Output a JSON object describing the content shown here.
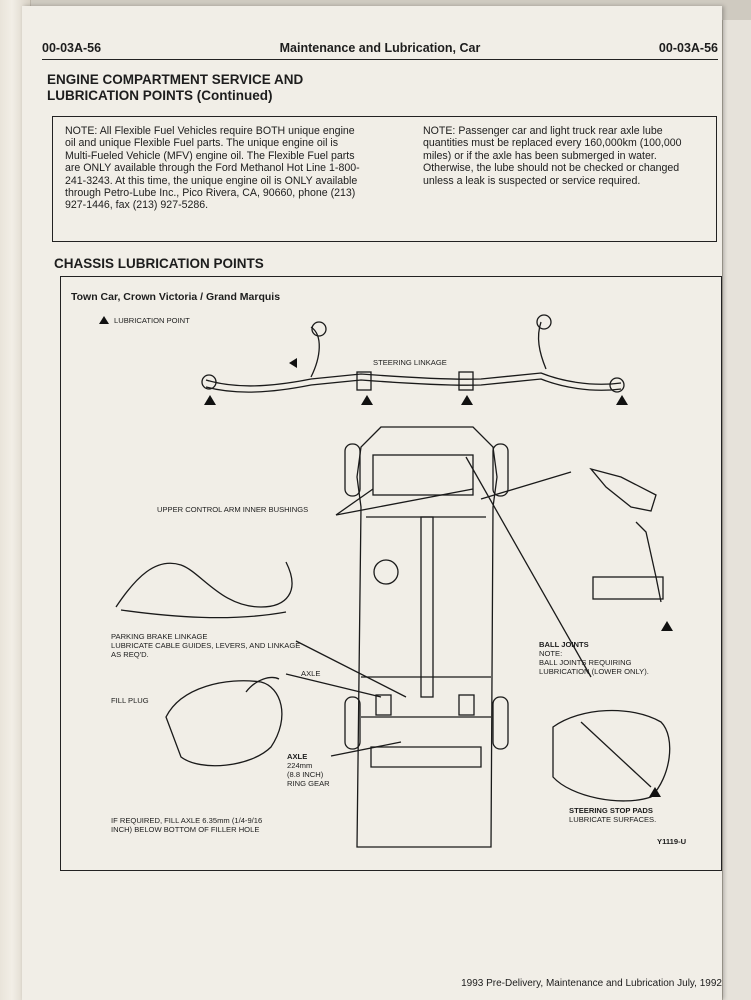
{
  "header": {
    "page_left": "00-03A-56",
    "title": "Maintenance and Lubrication, Car",
    "page_right": "00-03A-56"
  },
  "section1": {
    "title_line1": "ENGINE COMPARTMENT SERVICE AND",
    "title_line2": "LUBRICATION POINTS (Continued)"
  },
  "notes": {
    "left": "NOTE: All Flexible Fuel Vehicles require BOTH unique engine oil and unique Flexible Fuel parts. The unique engine oil is Multi-Fueled Vehicle (MFV) engine oil. The Flexible Fuel parts are ONLY available through the Ford Methanol Hot Line 1-800-241-3243. At this time, the unique engine oil is ONLY available through Petro-Lube Inc., Pico Rivera, CA, 90660, phone (213) 927-1446, fax (213) 927-5286.",
    "right": "NOTE: Passenger car and light truck rear axle lube quantities must be replaced every 160,000km (100,000 miles) or if the axle has been submerged in water. Otherwise, the lube should not be checked or changed unless a leak is suspected or service required."
  },
  "section2": {
    "title": "CHASSIS LUBRICATION POINTS"
  },
  "diagram": {
    "title": "Town Car, Crown Victoria / Grand Marquis",
    "legend": "LUBRICATION POINT",
    "labels": {
      "steering_linkage": "STEERING LINKAGE",
      "upper_control_arm": "UPPER CONTROL ARM INNER BUSHINGS",
      "parking_brake_1": "PARKING BRAKE LINKAGE",
      "parking_brake_2": "LUBRICATE CABLE GUIDES, LEVERS, AND LINKAGE",
      "parking_brake_3": "AS REQ'D.",
      "axle": "AXLE",
      "fill_plug": "FILL PLUG",
      "axle_gear_1": "AXLE",
      "axle_gear_2": "224mm",
      "axle_gear_3": "(8.8 INCH)",
      "axle_gear_4": "RING GEAR",
      "ball_joints_1": "BALL JOINTS",
      "ball_joints_2": "NOTE:",
      "ball_joints_3": "BALL JOINTS REQUIRING",
      "ball_joints_4": "LUBRICATION (LOWER ONLY).",
      "fill_axle_1": "IF REQUIRED, FILL AXLE 6.35mm (1/4-9/16",
      "fill_axle_2": "INCH) BELOW BOTTOM OF FILLER HOLE",
      "stop_pads_1": "STEERING STOP PADS",
      "stop_pads_2": "LUBRICATE SURFACES.",
      "figure_id": "Y1119-U"
    }
  },
  "footer": "1993 Pre-Delivery, Maintenance and Lubrication July, 1992"
}
